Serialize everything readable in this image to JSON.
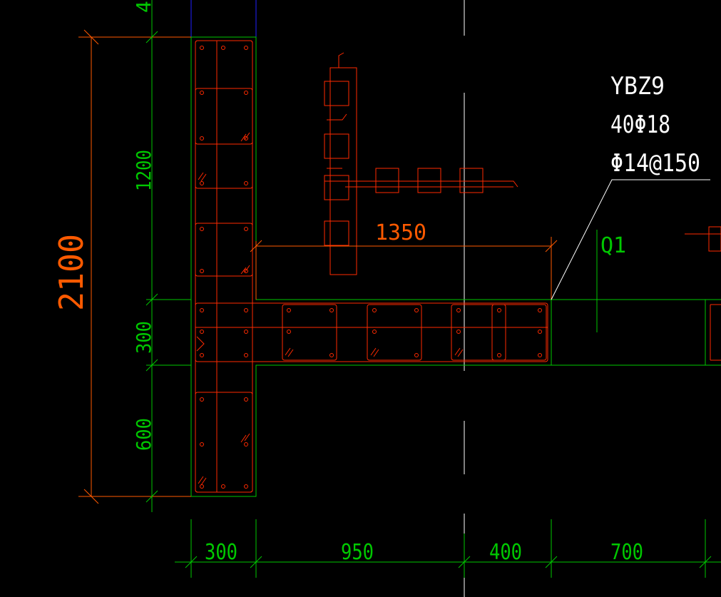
{
  "label": {
    "id": "YBZ9",
    "main_bars": "40Φ18",
    "stirrups": "Φ14@150"
  },
  "dimensions": {
    "overall_height": "2100",
    "wall_length": "1350",
    "left": [
      "1200",
      "300",
      "600"
    ],
    "top_partial": "4",
    "bottom": [
      "300",
      "950",
      "400",
      "700"
    ]
  },
  "wall_tag": "Q1",
  "colors": {
    "outline": "#00c800",
    "rebar": "#ff2a00",
    "dimension": "#ff5a00",
    "axis": "#ffffff",
    "adjacent": "#2020ff"
  }
}
